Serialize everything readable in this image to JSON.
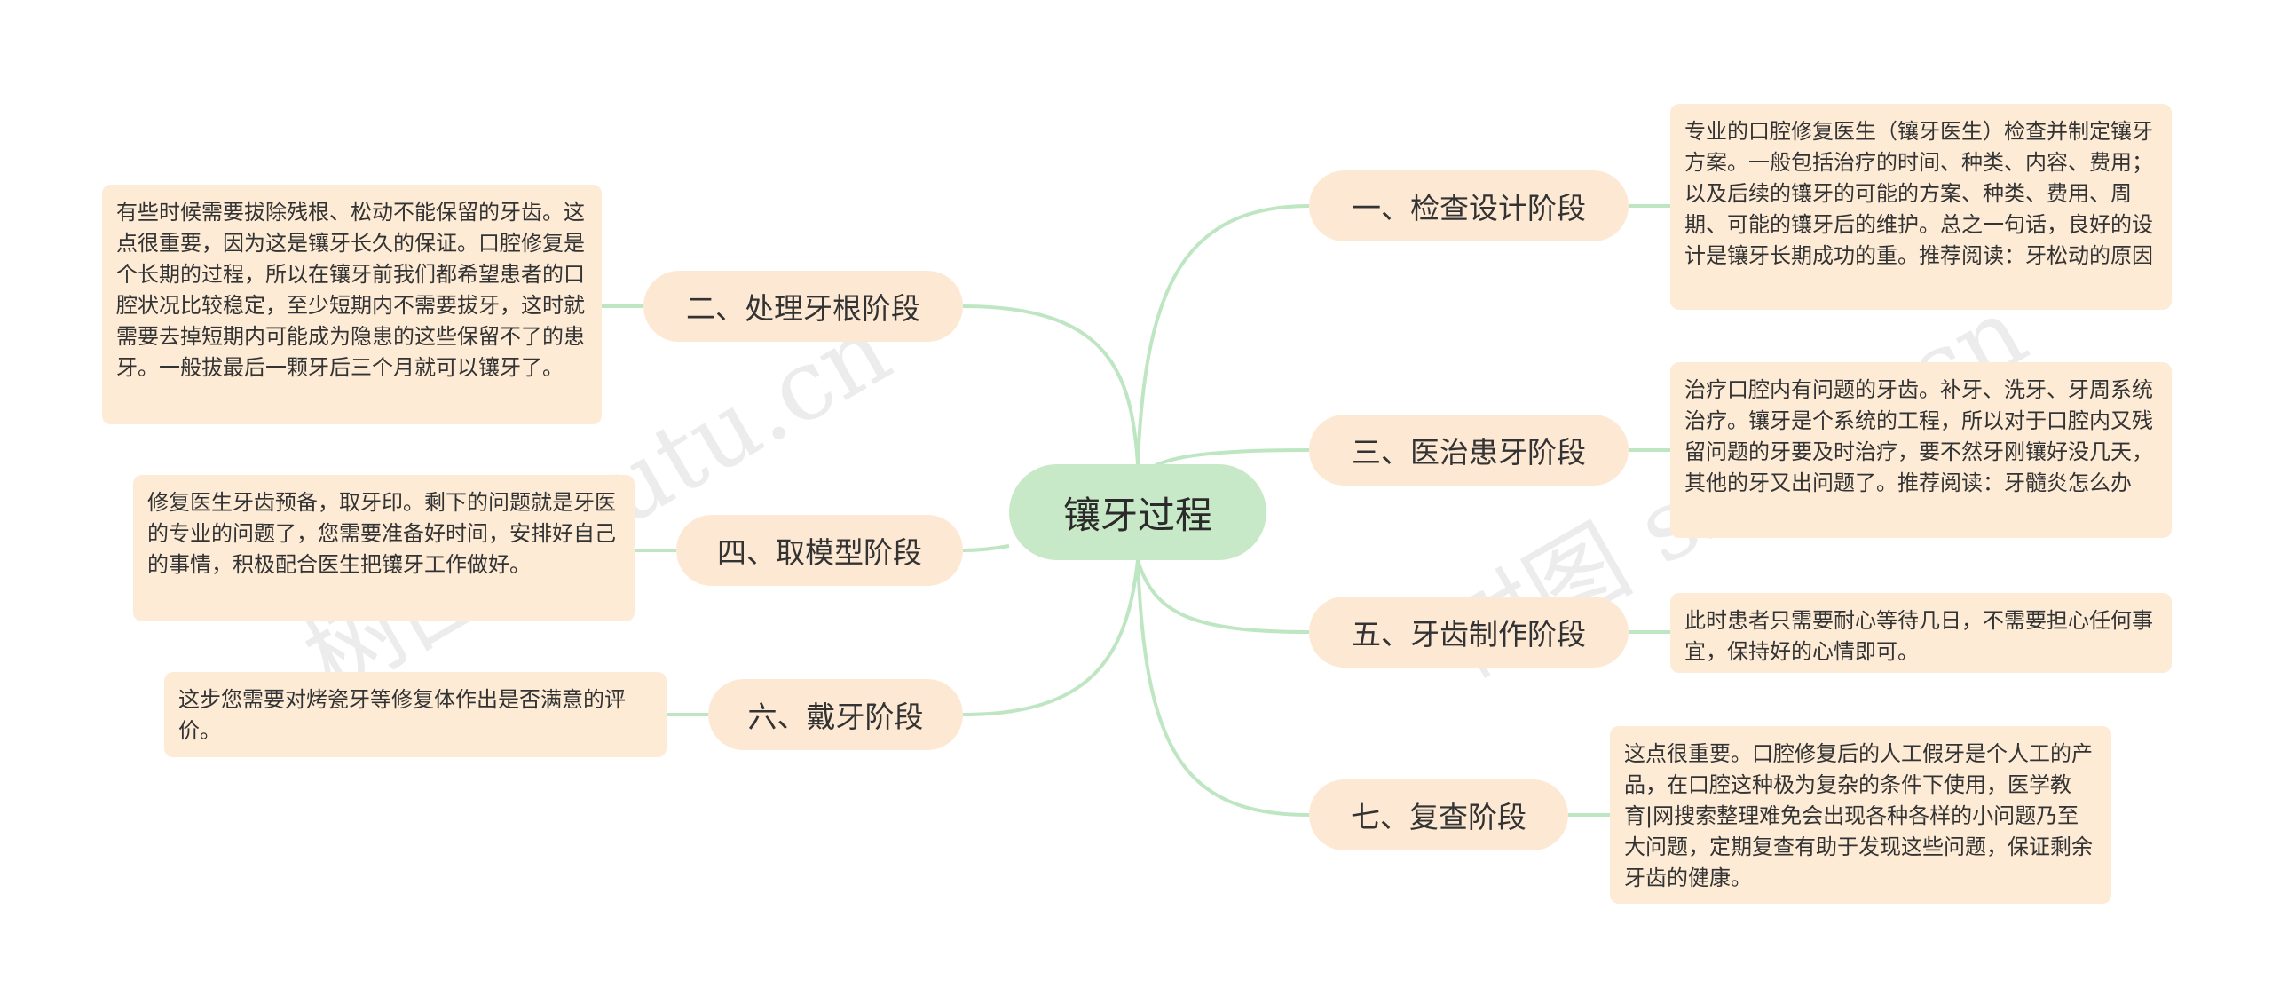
{
  "central": {
    "label": "镶牙过程"
  },
  "branches": [
    {
      "label": "一、检查设计阶段",
      "detail": "专业的口腔修复医生（镶牙医生）检查并制定镶牙方案。一般包括治疗的时间、种类、内容、费用；以及后续的镶牙的可能的方案、种类、费用、周期、可能的镶牙后的维护。总之一句话，良好的设计是镶牙长期成功的重。推荐阅读：牙松动的原因"
    },
    {
      "label": "二、处理牙根阶段",
      "detail": "有些时候需要拔除残根、松动不能保留的牙齿。这点很重要，因为这是镶牙长久的保证。口腔修复是个长期的过程，所以在镶牙前我们都希望患者的口腔状况比较稳定，至少短期内不需要拔牙，这时就需要去掉短期内可能成为隐患的这些保留不了的患牙。一般拔最后一颗牙后三个月就可以镶牙了。"
    },
    {
      "label": "三、医治患牙阶段",
      "detail": "治疗口腔内有问题的牙齿。补牙、洗牙、牙周系统治疗。镶牙是个系统的工程，所以对于口腔内又残留问题的牙要及时治疗，要不然牙刚镶好没几天，其他的牙又出问题了。推荐阅读：牙髓炎怎么办"
    },
    {
      "label": "四、取模型阶段",
      "detail": "修复医生牙齿预备，取牙印。剩下的问题就是牙医的专业的问题了，您需要准备好时间，安排好自己的事情，积极配合医生把镶牙工作做好。"
    },
    {
      "label": "五、牙齿制作阶段",
      "detail": "此时患者只需要耐心等待几日，不需要担心任何事宜，保持好的心情即可。"
    },
    {
      "label": "六、戴牙阶段",
      "detail": "这步您需要对烤瓷牙等修复体作出是否满意的评价。"
    },
    {
      "label": "七、复查阶段",
      "detail": "这点很重要。口腔修复后的人工假牙是个人工的产品，在口腔这种极为复杂的条件下使用，医学教育|网搜索整理难免会出现各种各样的小问题乃至大问题，定期复查有助于发现这些问题，保证剩余牙齿的健康。"
    }
  ],
  "watermark": "树图 shutu.cn",
  "colors": {
    "central_bg": "#c8e9c7",
    "branch_bg": "#fde9d3",
    "leaf_bg": "#fdebd6",
    "edge": "#bfe6c3"
  }
}
